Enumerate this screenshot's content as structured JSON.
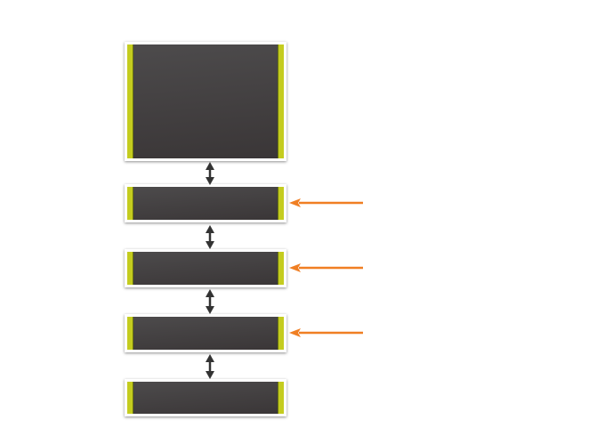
{
  "colors": {
    "panel_fill": "#403c3d",
    "accent_bar": "#c4cc1f",
    "connector": "#333333",
    "pointer_arrow": "#f07f23"
  },
  "panels": [
    {
      "id": "panel-1",
      "highlighted": false
    },
    {
      "id": "panel-2",
      "highlighted": true
    },
    {
      "id": "panel-3",
      "highlighted": true
    },
    {
      "id": "panel-4",
      "highlighted": true
    },
    {
      "id": "panel-5",
      "highlighted": false
    }
  ],
  "icons": {
    "connector": "double-arrow-vertical-icon",
    "pointer": "arrow-left-icon"
  }
}
